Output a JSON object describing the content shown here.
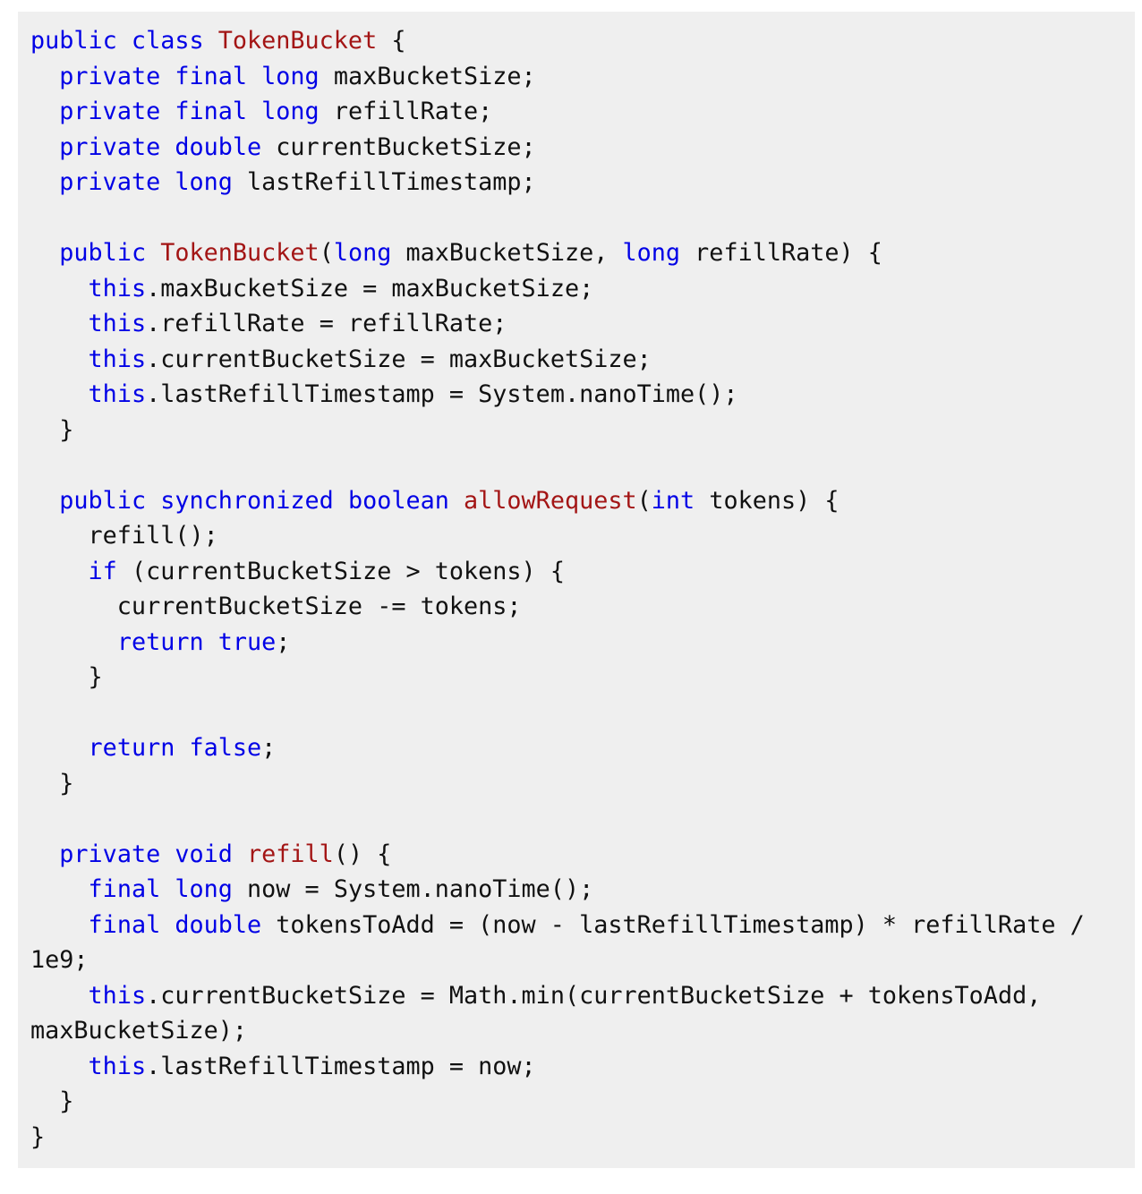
{
  "code_block": {
    "language": "java",
    "colors": {
      "background": "#efefef",
      "keyword": "#0000e6",
      "name": "#a31515",
      "text": "#111111"
    },
    "lines": [
      [
        [
          "kw",
          "public class "
        ],
        [
          "nm",
          "TokenBucket"
        ],
        [
          "tx",
          " {"
        ]
      ],
      [
        [
          "tx",
          "  "
        ],
        [
          "kw",
          "private final long "
        ],
        [
          "tx",
          "maxBucketSize;"
        ]
      ],
      [
        [
          "tx",
          "  "
        ],
        [
          "kw",
          "private final long "
        ],
        [
          "tx",
          "refillRate;"
        ]
      ],
      [
        [
          "tx",
          "  "
        ],
        [
          "kw",
          "private double "
        ],
        [
          "tx",
          "currentBucketSize;"
        ]
      ],
      [
        [
          "tx",
          "  "
        ],
        [
          "kw",
          "private long "
        ],
        [
          "tx",
          "lastRefillTimestamp;"
        ]
      ],
      [
        [
          "tx",
          ""
        ]
      ],
      [
        [
          "tx",
          "  "
        ],
        [
          "kw",
          "public "
        ],
        [
          "nm",
          "TokenBucket"
        ],
        [
          "tx",
          "("
        ],
        [
          "kw",
          "long "
        ],
        [
          "tx",
          "maxBucketSize, "
        ],
        [
          "kw",
          "long "
        ],
        [
          "tx",
          "refillRate) {"
        ]
      ],
      [
        [
          "tx",
          "    "
        ],
        [
          "kw",
          "this"
        ],
        [
          "tx",
          ".maxBucketSize = maxBucketSize;"
        ]
      ],
      [
        [
          "tx",
          "    "
        ],
        [
          "kw",
          "this"
        ],
        [
          "tx",
          ".refillRate = refillRate;"
        ]
      ],
      [
        [
          "tx",
          "    "
        ],
        [
          "kw",
          "this"
        ],
        [
          "tx",
          ".currentBucketSize = maxBucketSize;"
        ]
      ],
      [
        [
          "tx",
          "    "
        ],
        [
          "kw",
          "this"
        ],
        [
          "tx",
          ".lastRefillTimestamp = System.nanoTime();"
        ]
      ],
      [
        [
          "tx",
          "  }"
        ]
      ],
      [
        [
          "tx",
          ""
        ]
      ],
      [
        [
          "tx",
          "  "
        ],
        [
          "kw",
          "public synchronized boolean "
        ],
        [
          "nm",
          "allowRequest"
        ],
        [
          "tx",
          "("
        ],
        [
          "kw",
          "int "
        ],
        [
          "tx",
          "tokens) {"
        ]
      ],
      [
        [
          "tx",
          "    refill();"
        ]
      ],
      [
        [
          "tx",
          "    "
        ],
        [
          "kw",
          "if "
        ],
        [
          "tx",
          "(currentBucketSize > tokens) {"
        ]
      ],
      [
        [
          "tx",
          "      currentBucketSize -= tokens;"
        ]
      ],
      [
        [
          "tx",
          "      "
        ],
        [
          "kw",
          "return true"
        ],
        [
          "tx",
          ";"
        ]
      ],
      [
        [
          "tx",
          "    }"
        ]
      ],
      [
        [
          "tx",
          ""
        ]
      ],
      [
        [
          "tx",
          "    "
        ],
        [
          "kw",
          "return false"
        ],
        [
          "tx",
          ";"
        ]
      ],
      [
        [
          "tx",
          "  }"
        ]
      ],
      [
        [
          "tx",
          ""
        ]
      ],
      [
        [
          "tx",
          "  "
        ],
        [
          "kw",
          "private void "
        ],
        [
          "nm",
          "refill"
        ],
        [
          "tx",
          "() {"
        ]
      ],
      [
        [
          "tx",
          "    "
        ],
        [
          "kw",
          "final long "
        ],
        [
          "tx",
          "now = System.nanoTime();"
        ]
      ],
      [
        [
          "tx",
          "    "
        ],
        [
          "kw",
          "final double "
        ],
        [
          "tx",
          "tokensToAdd = (now - lastRefillTimestamp) * refillRate /"
        ]
      ],
      [
        [
          "tx",
          "1e9;"
        ]
      ],
      [
        [
          "tx",
          "    "
        ],
        [
          "kw",
          "this"
        ],
        [
          "tx",
          ".currentBucketSize = Math.min(currentBucketSize + tokensToAdd,"
        ]
      ],
      [
        [
          "tx",
          "maxBucketSize);"
        ]
      ],
      [
        [
          "tx",
          "    "
        ],
        [
          "kw",
          "this"
        ],
        [
          "tx",
          ".lastRefillTimestamp = now;"
        ]
      ],
      [
        [
          "tx",
          "  }"
        ]
      ],
      [
        [
          "tx",
          "}"
        ]
      ]
    ]
  }
}
